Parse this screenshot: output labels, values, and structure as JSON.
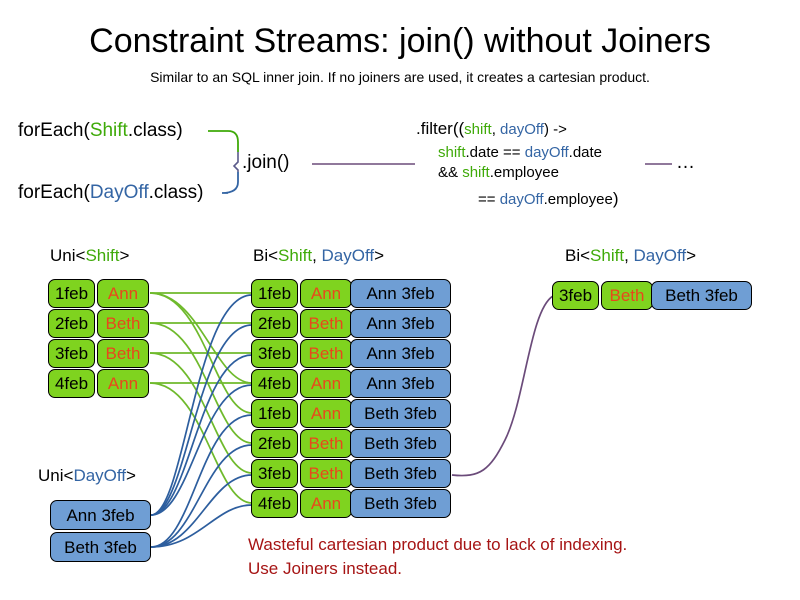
{
  "slide": {
    "title": "Constraint Streams: join() without Joiners",
    "subtitle": "Similar to an SQL inner join. If no joiners are used, it creates a cartesian product."
  },
  "colors": {
    "shift_green": "#3faa09",
    "dayoff_blue": "#3465a4",
    "cell_green": "#7fd31f",
    "cell_blue": "#6f9ed4",
    "name_orange": "#e8481c",
    "warning_red": "#a61414",
    "wire_purple": "#6b4b7a"
  },
  "code": {
    "foreach_shift": {
      "pre": "forEach(",
      "type": "Shift",
      "post": ".class)"
    },
    "foreach_dayoff": {
      "pre": "forEach(",
      "type": "DayOff",
      "post": ".class)"
    },
    "join_label": ".join()",
    "ellipsis": "…",
    "filter": {
      "line1_pre": ".filter((",
      "line1_shift": "shift",
      "line1_sep": ", ",
      "line1_dayoff": "dayOff",
      "line1_post": ") ->",
      "line2_shift": "shift",
      "line2_mid": ".date == ",
      "line2_dayoff": "dayOff",
      "line2_post": ".date",
      "line3_pre": "&& ",
      "line3_shift": "shift",
      "line3_post": ".employee",
      "line4_pre": "== ",
      "line4_dayoff": "dayOff",
      "line4_post": ".employee",
      "line4_paren": ")"
    }
  },
  "headers": {
    "uni_shift": {
      "pre": "Uni<",
      "type": "Shift",
      "post": ">"
    },
    "bi_middle": {
      "pre": "Bi<",
      "type1": "Shift",
      "sep": ", ",
      "type2": "DayOff",
      "post": ">"
    },
    "uni_dayoff": {
      "pre": "Uni<",
      "type": "DayOff",
      "post": ">"
    },
    "bi_right": {
      "pre": "Bi<",
      "type1": "Shift",
      "sep": ", ",
      "type2": "DayOff",
      "post": ">"
    }
  },
  "uni_shift_rows": [
    {
      "date": "1feb",
      "employee": "Ann"
    },
    {
      "date": "2feb",
      "employee": "Beth"
    },
    {
      "date": "3feb",
      "employee": "Beth"
    },
    {
      "date": "4feb",
      "employee": "Ann"
    }
  ],
  "uni_dayoff_rows": [
    {
      "label": "Ann 3feb"
    },
    {
      "label": "Beth 3feb"
    }
  ],
  "bi_middle_rows": [
    {
      "date": "1feb",
      "employee": "Ann",
      "dayoff": "Ann 3feb"
    },
    {
      "date": "2feb",
      "employee": "Beth",
      "dayoff": "Ann 3feb"
    },
    {
      "date": "3feb",
      "employee": "Beth",
      "dayoff": "Ann 3feb"
    },
    {
      "date": "4feb",
      "employee": "Ann",
      "dayoff": "Ann 3feb"
    },
    {
      "date": "1feb",
      "employee": "Ann",
      "dayoff": "Beth 3feb"
    },
    {
      "date": "2feb",
      "employee": "Beth",
      "dayoff": "Beth 3feb"
    },
    {
      "date": "3feb",
      "employee": "Beth",
      "dayoff": "Beth 3feb"
    },
    {
      "date": "4feb",
      "employee": "Ann",
      "dayoff": "Beth 3feb"
    }
  ],
  "bi_right_rows": [
    {
      "date": "3feb",
      "employee": "Beth",
      "dayoff": "Beth 3feb"
    }
  ],
  "warning": "Wasteful cartesian product due to lack of indexing.\nUse Joiners instead."
}
